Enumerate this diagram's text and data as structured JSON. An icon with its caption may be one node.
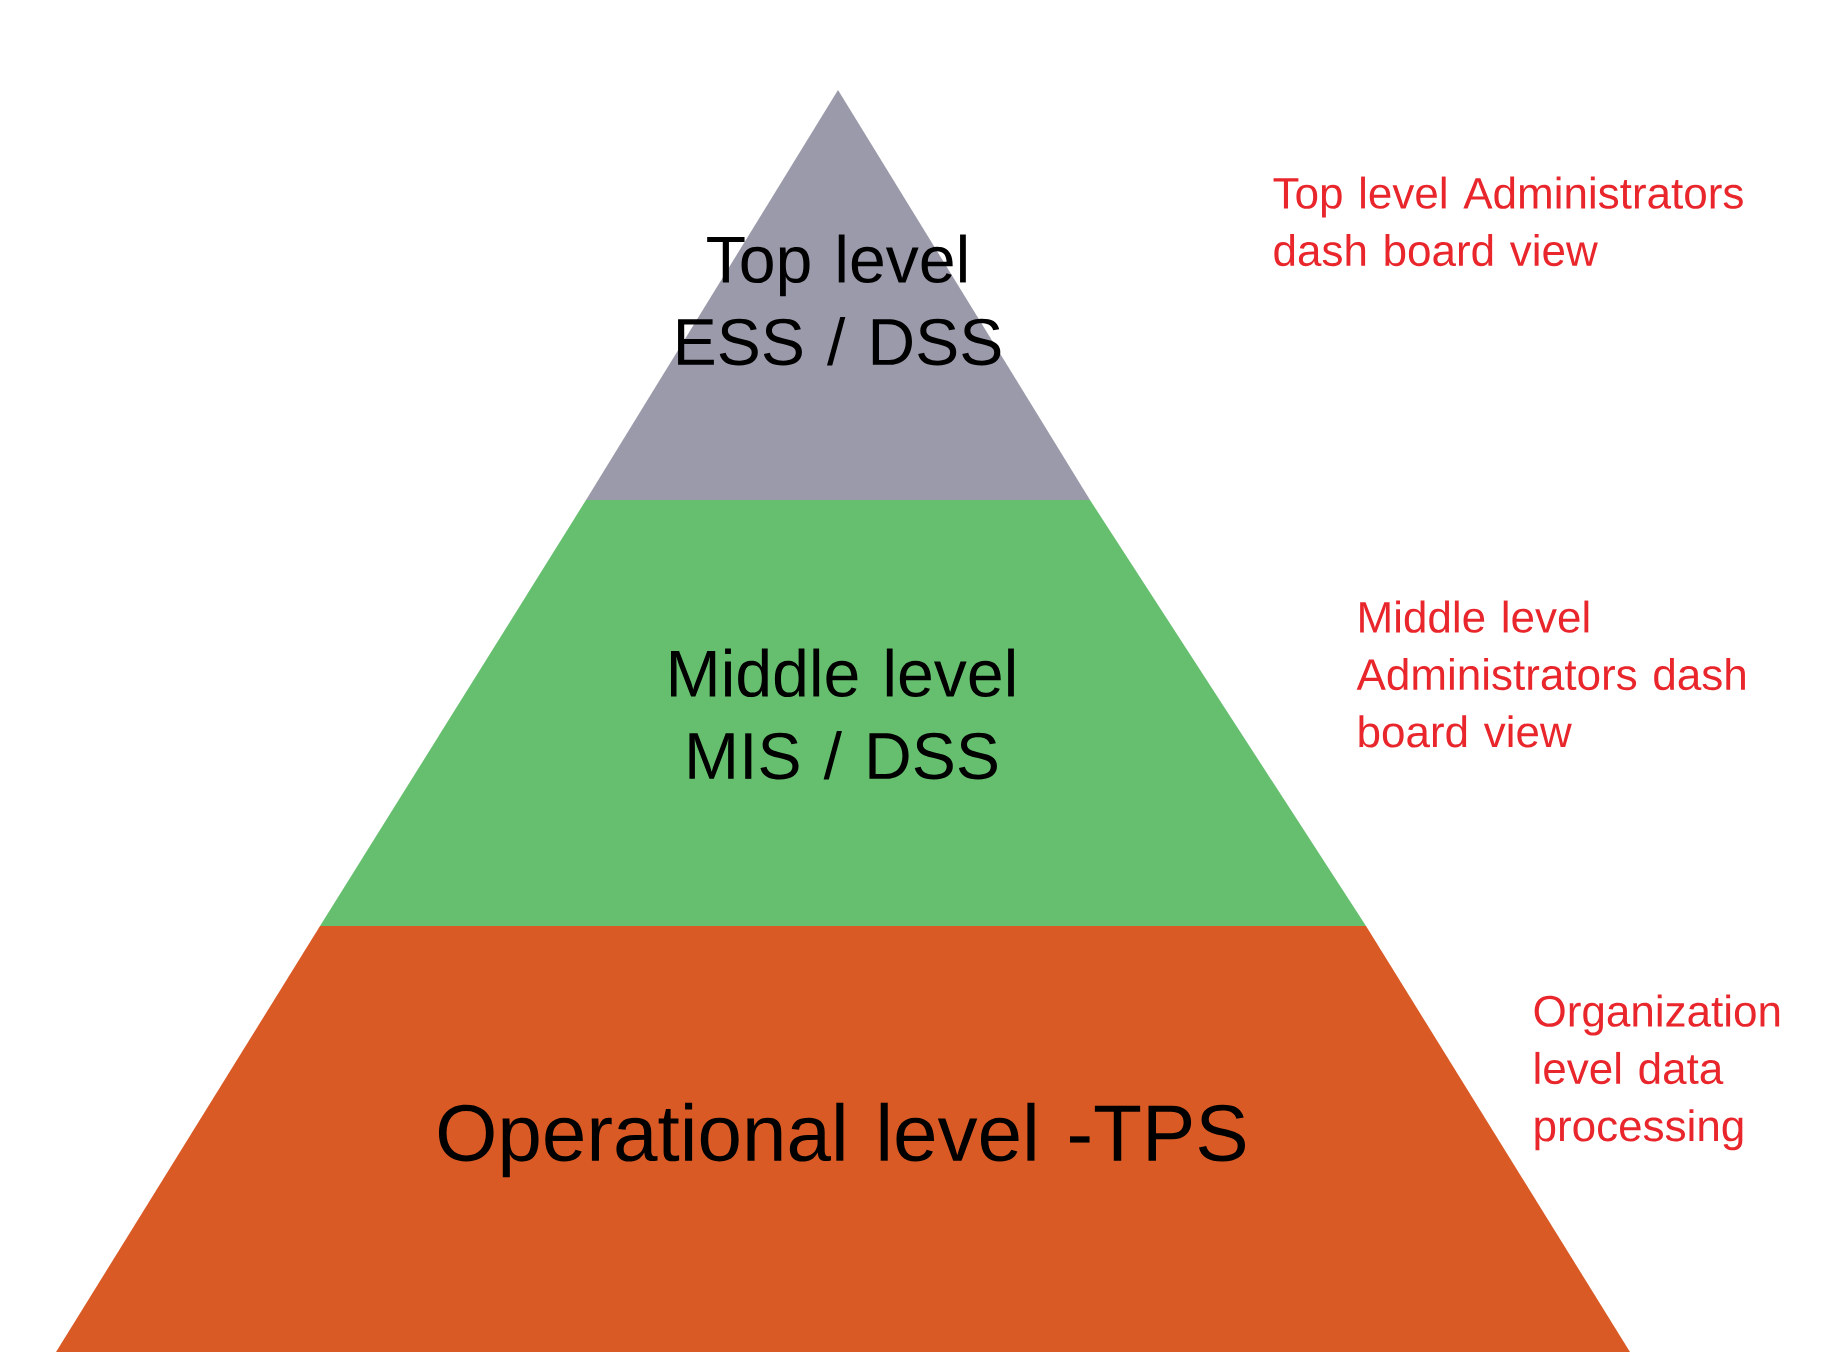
{
  "diagram": {
    "nodes": [
      {
        "text": [
          "Top level ESS / DSS"
        ]
      },
      {
        "text": [
          "Middle level MIS / DSS"
        ]
      },
      {
        "text": [
          "Operational level -TPS"
        ]
      }
    ],
    "labels": [
      "Top level Administrators dash board view",
      "Middle level Administrators dash board view",
      "Organization level data processing"
    ]
  }
}
